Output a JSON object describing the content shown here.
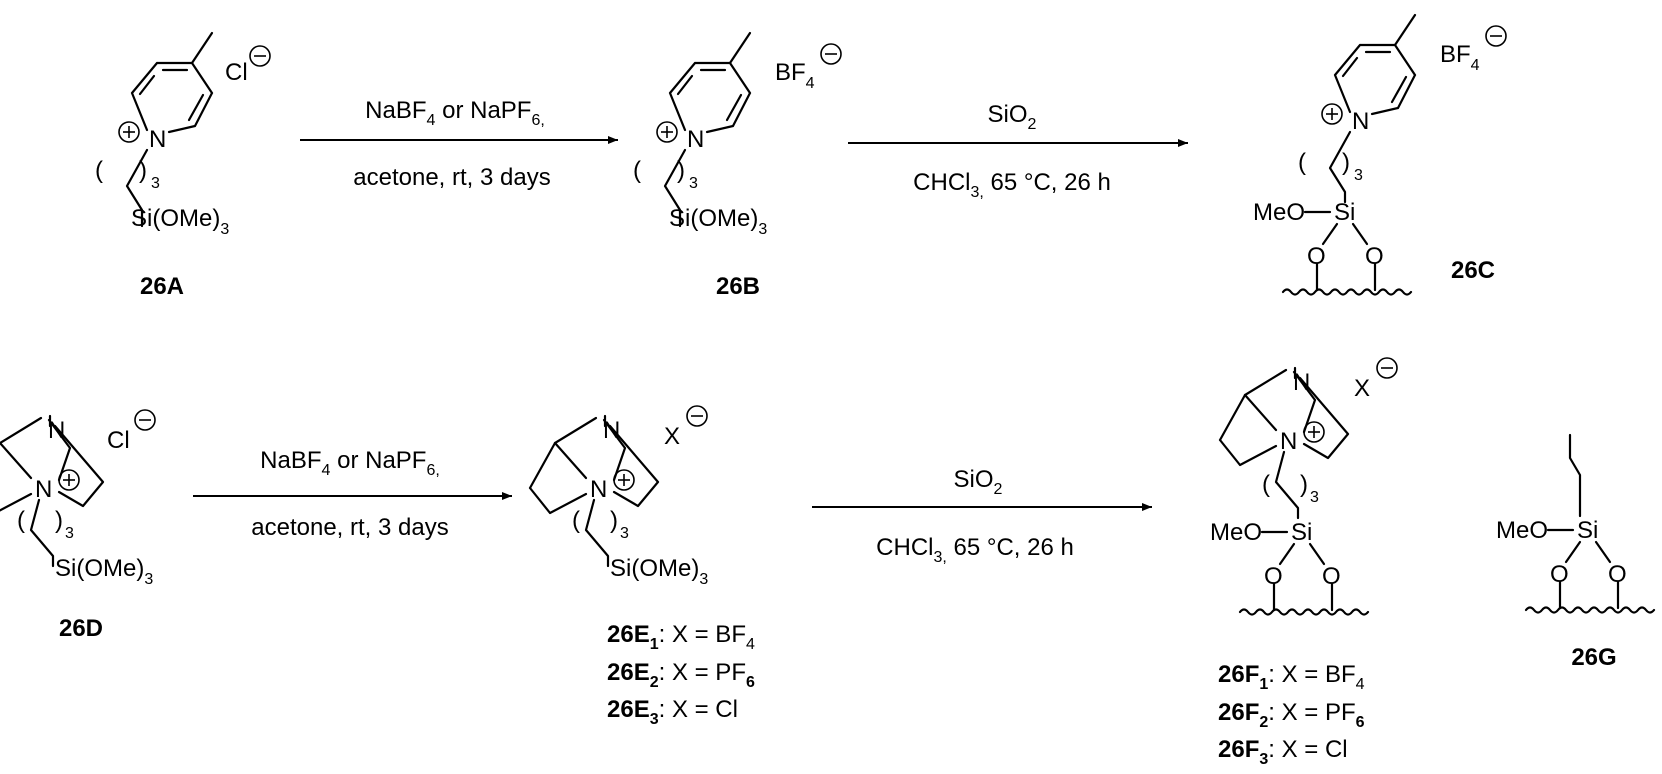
{
  "row1": {
    "arrow1": {
      "above": "NaBF",
      "above_sub": "4",
      "above_rest": " or NaPF",
      "above_sub2": "6,",
      "below": "acetone, rt, 3 days"
    },
    "arrow2": {
      "above": "SiO",
      "above_sub": "2",
      "below_a": "CHCl",
      "below_sub": "3,",
      "below_b": " 65 °C, 26 h"
    },
    "compounds": [
      "26A",
      "26B",
      "26C"
    ]
  },
  "row2": {
    "arrow1": {
      "above": "NaBF",
      "above_sub": "4",
      "above_rest": " or NaPF",
      "above_sub2": "6,",
      "below": "acetone, rt, 3 days"
    },
    "arrow2": {
      "above": "SiO",
      "above_sub": "2",
      "below_a": "CHCl",
      "below_sub": "3,",
      "below_b": " 65 °C, 26 h"
    },
    "compounds": [
      "26D",
      "26G"
    ],
    "e_series": [
      {
        "label": "26E",
        "sub": "1",
        "rest": ": X = BF",
        "rest_sub": "4"
      },
      {
        "label": "26E",
        "sub": "2",
        "rest": ": X = PF",
        "rest_sub": "6"
      },
      {
        "label": "26E",
        "sub": "3",
        "rest": ": X = Cl",
        "rest_sub": ""
      }
    ],
    "f_series": [
      {
        "label": "26F",
        "sub": "1",
        "rest": ": X = BF",
        "rest_sub": "4"
      },
      {
        "label": "26F",
        "sub": "2",
        "rest": ": X = PF",
        "rest_sub": "6"
      },
      {
        "label": "26F",
        "sub": "3",
        "rest": ": X = Cl",
        "rest_sub": ""
      }
    ]
  },
  "atoms": {
    "N": "N",
    "Cl": "Cl",
    "BF": "BF",
    "BF_sub": "4",
    "X": "X",
    "Si": "Si",
    "O": "O",
    "MeO": "MeO",
    "SiOMe": "Si(OMe)",
    "SiOMe_sub": "3",
    "paren_open": "(",
    "paren_close": ")",
    "paren_sub": "3"
  }
}
